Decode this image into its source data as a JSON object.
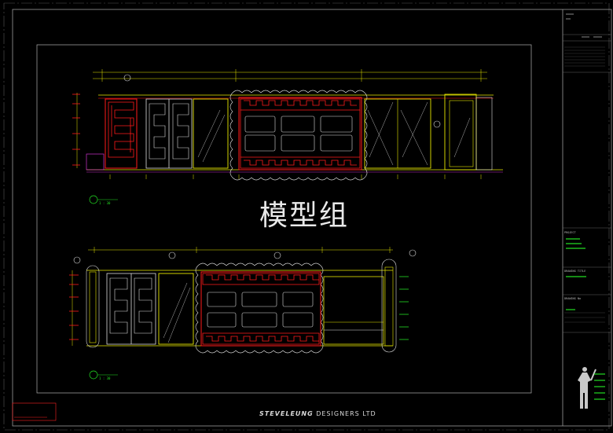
{
  "watermark": "模型组",
  "brand": {
    "name_part1": "STEVE",
    "name_part2": "LEUNG",
    "name_part3": "DESIGNERS LTD"
  },
  "title_block": {
    "project_label": "PROJECT",
    "drawing_title_label": "DRAWING TITLE",
    "drawing_no_label": "DRAWING No"
  },
  "views": [
    {
      "scale": "1 : 30"
    },
    {
      "scale": "1 : 30"
    }
  ],
  "colors": {
    "background": "#000000",
    "frame": "#9a9a9a",
    "cad_yellow": "#e8e800",
    "cad_red": "#ff1a1a",
    "cad_white": "#dddddd",
    "cad_green": "#22dd22",
    "cad_magenta": "#cc33cc"
  }
}
